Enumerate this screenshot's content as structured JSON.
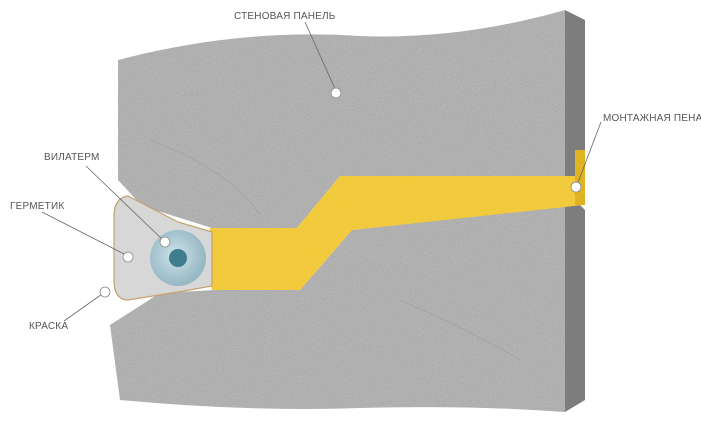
{
  "labels": {
    "wall_panel": "СТЕНОВАЯ ПАНЕЛЬ",
    "mounting_foam": "МОНТАЖНАЯ ПЕНА",
    "vilaterm": "ВИЛАТЕРМ",
    "sealant": "ГЕРМЕТИК",
    "paint": "КРАСКА"
  },
  "colors": {
    "concrete": "#bcbcbc",
    "concrete_side": "#7d7d7d",
    "foam": "#f3c93c",
    "vilaterm": "#a9c9d3",
    "sealant": "#d7d7d7",
    "leader": "#666666"
  }
}
